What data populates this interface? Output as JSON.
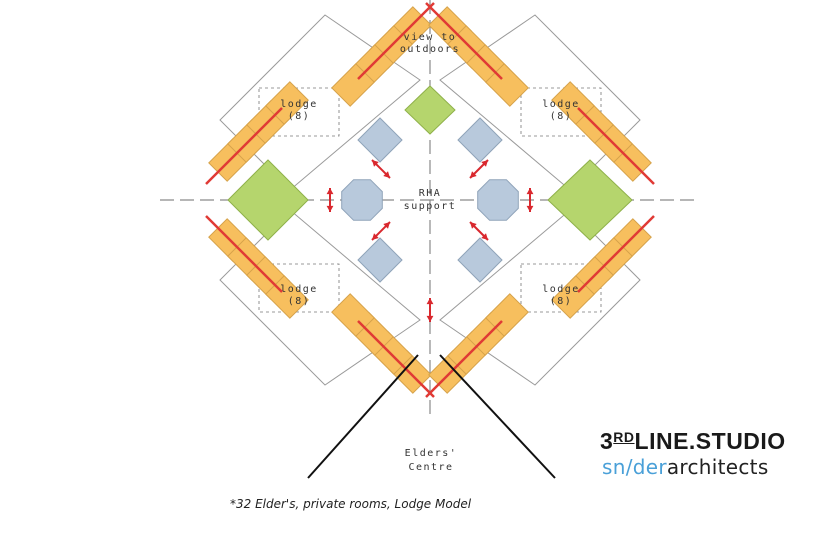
{
  "labels": {
    "view": [
      "view to",
      "outdoors"
    ],
    "lodge_name": "lodge",
    "lodge_count": "(8)",
    "support": [
      "RHA",
      "support"
    ],
    "elders": [
      "Elders'",
      "Centre"
    ]
  },
  "caption": "*32 Elder's, private rooms, Lodge Model",
  "logo": {
    "studio_prefix": "3",
    "studio_rd": "RD",
    "studio_rest": "LINE.STUDIO",
    "arch_sn": "sn",
    "arch_slash": "/",
    "arch_der": "der",
    "arch_rest": "architects"
  },
  "colors": {
    "room": "#f7bf5e",
    "room_border": "#d6a24a",
    "wall_red": "#e03a35",
    "green": "#b5d56d",
    "blue": "#b8c9dc",
    "arrow": "#d9282e",
    "outline": "#9a9a9a"
  }
}
